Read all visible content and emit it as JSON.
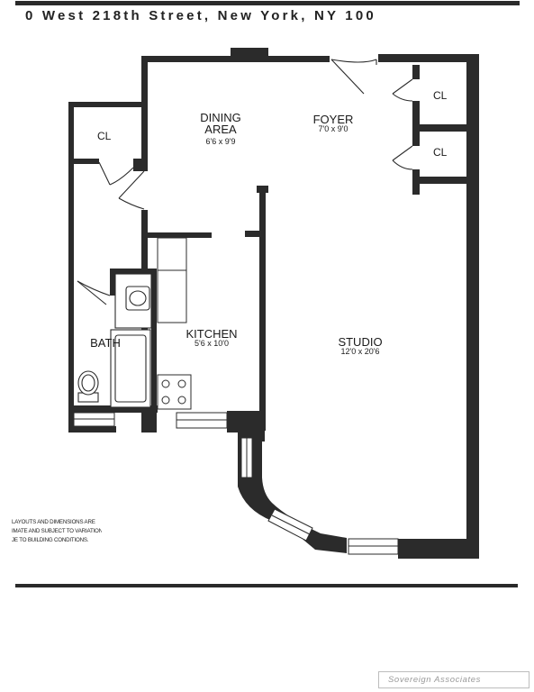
{
  "header": {
    "address": "0 West 218th Street, New York, NY 100"
  },
  "rooms": {
    "dining": {
      "name_line1": "DINING",
      "name_line2": "AREA",
      "dims": "6'6 x 9'9"
    },
    "foyer": {
      "name": "FOYER",
      "dims": "7'0 x 9'0"
    },
    "studio": {
      "name": "STUDIO",
      "dims": "12'0 x 20'6"
    },
    "kitchen": {
      "name": "KITCHEN",
      "dims": "5'6 x 10'0"
    },
    "bath": {
      "name": "BATH"
    },
    "closets": {
      "left": "CL",
      "foyer_top": "CL",
      "foyer_bottom": "CL"
    }
  },
  "disclaimer": {
    "line1": "LAYOUTS AND DIMENSIONS ARE",
    "line2": "IMATE AND SUBJECT TO VARIATIONS",
    "line3": "JE TO BUILDING CONDITIONS."
  },
  "footer": {
    "credit": "Sovereign Associates"
  },
  "colors": {
    "wall": "#2b2b2b",
    "ink": "#1a1a1a",
    "paper": "#ffffff"
  }
}
